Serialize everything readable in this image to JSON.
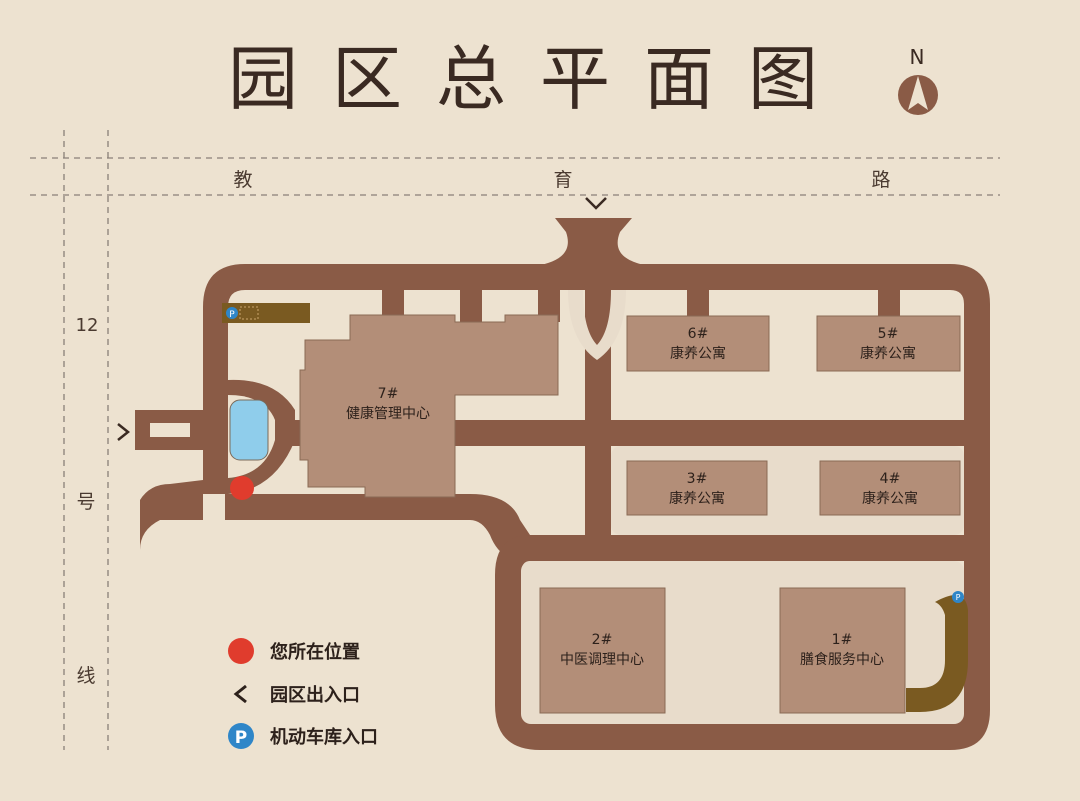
{
  "title": "园区总平面图",
  "compass": {
    "letter": "N",
    "icon": "north-arrow-icon"
  },
  "roads": {
    "top": [
      "教",
      "育",
      "路"
    ],
    "left_num": "12",
    "left": [
      "号",
      "线"
    ]
  },
  "buildings": {
    "b7": {
      "num": "7#",
      "name": "健康管理中心"
    },
    "b6": {
      "num": "6#",
      "name": "康养公寓"
    },
    "b5": {
      "num": "5#",
      "name": "康养公寓"
    },
    "b3": {
      "num": "3#",
      "name": "康养公寓"
    },
    "b4": {
      "num": "4#",
      "name": "康养公寓"
    },
    "b2": {
      "num": "2#",
      "name": "中医调理中心"
    },
    "b1": {
      "num": "1#",
      "name": "膳食服务中心"
    }
  },
  "parking_symbol": "P",
  "legend": {
    "you_are_here": "您所在位置",
    "entrance": "园区出入口",
    "parking": "机动车库入口",
    "parking_symbol": "P"
  },
  "colors": {
    "background": "#ede2d0",
    "road": "#8a5b46",
    "building": "#b38e78",
    "ground": "#e8dccb",
    "parking_lane": "#7a5a21",
    "you_are_here": "#e03c2d",
    "parking_icon": "#2f86c8",
    "water": "#8fcdeb",
    "text": "#3a2a22"
  }
}
